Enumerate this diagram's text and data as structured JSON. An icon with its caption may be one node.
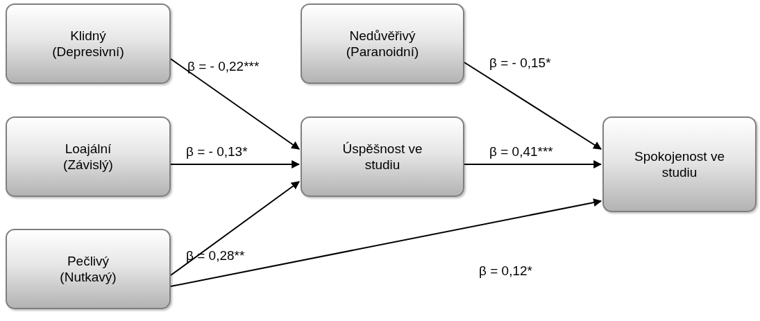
{
  "diagram": {
    "nodes": [
      {
        "text": [
          "Klidný (Depresivní)"
        ]
      },
      {
        "text": [
          "Loajální (Závislý)"
        ]
      },
      {
        "text": [
          "Pečlivý (Nutkavý)"
        ]
      },
      {
        "text": [
          "Nedůvěřivý (Paranoidní)"
        ]
      },
      {
        "text": [
          "Úspěšnost ve studiu"
        ]
      },
      {
        "text": [
          "Spokojenost ve studiu"
        ]
      }
    ],
    "edges": [
      {
        "from": 0,
        "to": 4,
        "arrow": "to",
        "label": "β = - 0,22***"
      },
      {
        "from": 1,
        "to": 4,
        "arrow": "to",
        "label": "β = - 0,13*"
      },
      {
        "from": 2,
        "to": 4,
        "arrow": "to",
        "label": "β = 0,28**"
      },
      {
        "from": 3,
        "to": 5,
        "arrow": "to",
        "label": "β = - 0,15*"
      },
      {
        "from": 4,
        "to": 5,
        "arrow": "to",
        "label": "β = 0,41***"
      },
      {
        "from": 2,
        "to": 5,
        "arrow": "to",
        "label": "β = 0,12*"
      }
    ]
  }
}
